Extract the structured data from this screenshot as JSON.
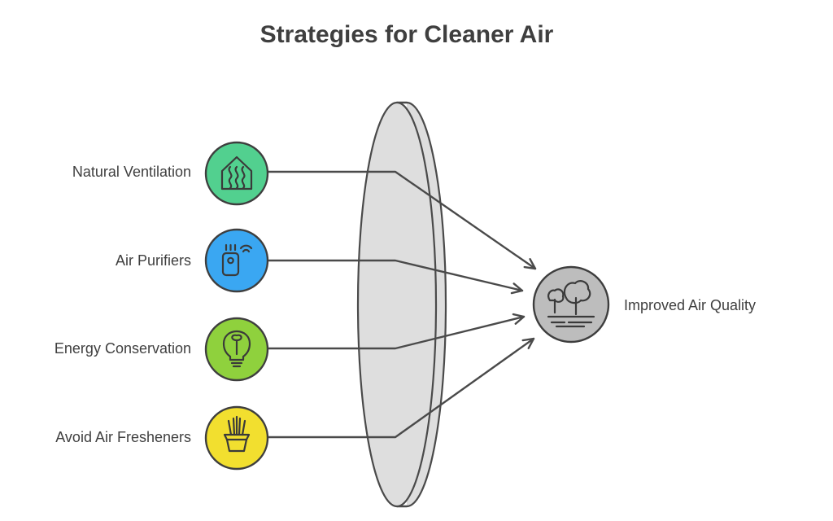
{
  "diagram": {
    "title": "Strategies for Cleaner Air",
    "inputs": [
      {
        "label": "Natural Ventilation",
        "icon": "house-ventilation-icon",
        "color": "#52d08f"
      },
      {
        "label": "Air Purifiers",
        "icon": "air-purifier-icon",
        "color": "#3aa7f2"
      },
      {
        "label": "Energy Conservation",
        "icon": "lightbulb-leaf-icon",
        "color": "#8fd13d"
      },
      {
        "label": "Avoid Air Fresheners",
        "icon": "plant-pot-icon",
        "color": "#f2df2f"
      }
    ],
    "output": {
      "label": "Improved Air Quality",
      "icon": "trees-icon",
      "color": "#bdbdbd"
    },
    "lens_color": "#dedede"
  }
}
